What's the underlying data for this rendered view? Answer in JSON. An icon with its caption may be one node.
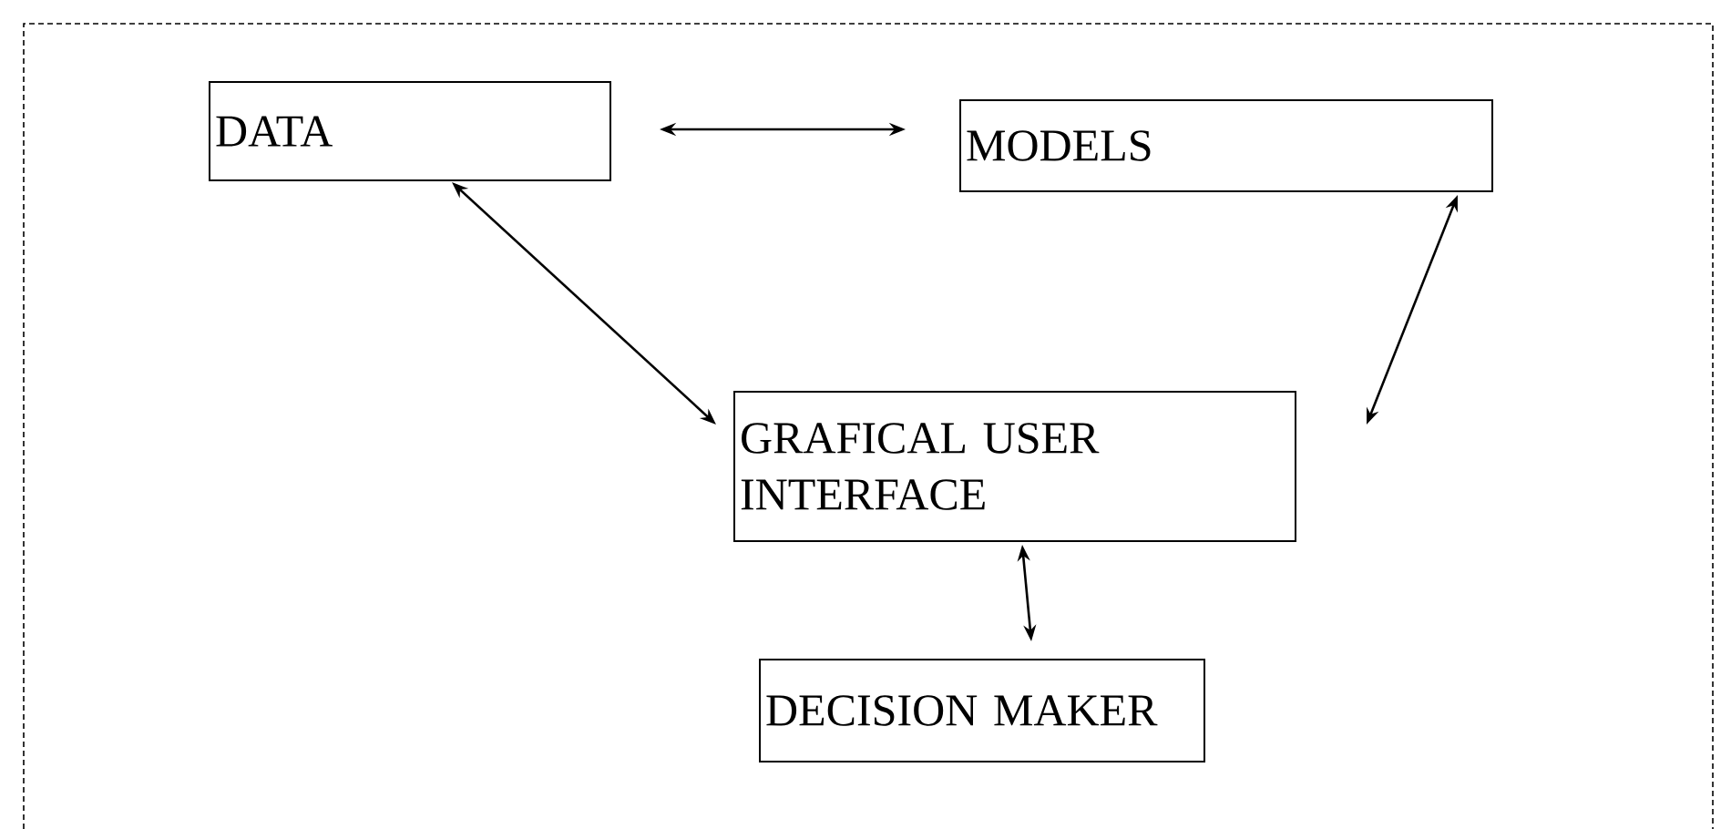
{
  "diagram": {
    "nodes": [
      {
        "text": [
          "DATA"
        ]
      },
      {
        "text": [
          "MODELS"
        ]
      },
      {
        "text": [
          "GRAFICAL USER INTERFACE"
        ]
      },
      {
        "text": [
          "DECISION MAKER"
        ]
      }
    ],
    "edges": [
      {
        "from": 0,
        "to": 1,
        "arrow": "both"
      },
      {
        "from": 0,
        "to": 2,
        "arrow": "both"
      },
      {
        "from": 1,
        "to": 2,
        "arrow": "both"
      },
      {
        "from": 2,
        "to": 3,
        "arrow": "both"
      }
    ]
  }
}
